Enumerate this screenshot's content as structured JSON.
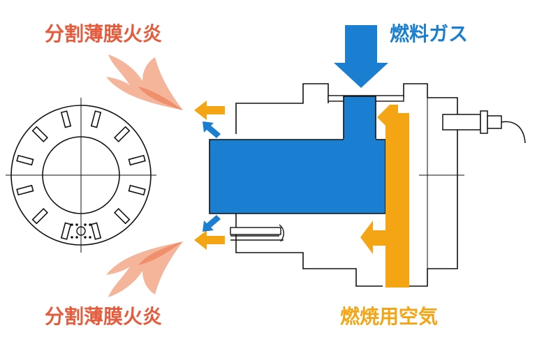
{
  "labels": {
    "flame_top": "分割薄膜火炎",
    "flame_bottom": "分割薄膜火炎",
    "fuel_gas": "燃料ガス",
    "combustion_air": "燃焼用空気"
  },
  "colors": {
    "flame_label": "#e65b3c",
    "fuel": "#1a7fd0",
    "air": "#f3a514",
    "flame_fill": "#f5b59a",
    "flame_inner": "#ef8f6c",
    "line": "#111111"
  }
}
